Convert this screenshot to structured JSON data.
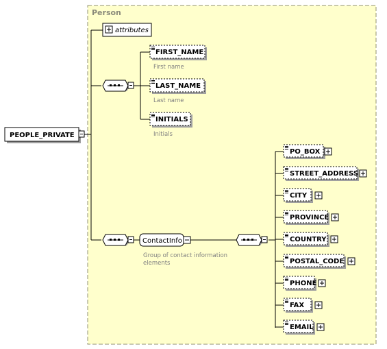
{
  "group": {
    "title": "Person"
  },
  "root": {
    "label": "PEOPLE_PRIVATE"
  },
  "attributes": {
    "label": "attributes"
  },
  "names": [
    {
      "label": "FIRST_NAME",
      "doc": "First name"
    },
    {
      "label": "LAST_NAME",
      "doc": "Last name"
    },
    {
      "label": "INITIALS",
      "doc": "Initials"
    }
  ],
  "contact": {
    "label": "ContactInfo",
    "doc_line1": "Group of contact information",
    "doc_line2": "elements"
  },
  "contact_items": [
    {
      "label": "PO_BOX"
    },
    {
      "label": "STREET_ADDRESS"
    },
    {
      "label": "CITY"
    },
    {
      "label": "PROVINCE"
    },
    {
      "label": "COUNTRY"
    },
    {
      "label": "POSTAL_CODE"
    },
    {
      "label": "PHONE"
    },
    {
      "label": "FAX"
    },
    {
      "label": "EMAIL"
    }
  ],
  "colors": {
    "group_fill": "#ffffcc",
    "group_border": "#b0b080",
    "shadow": "#a0a0a0",
    "doc_text": "#808080"
  }
}
